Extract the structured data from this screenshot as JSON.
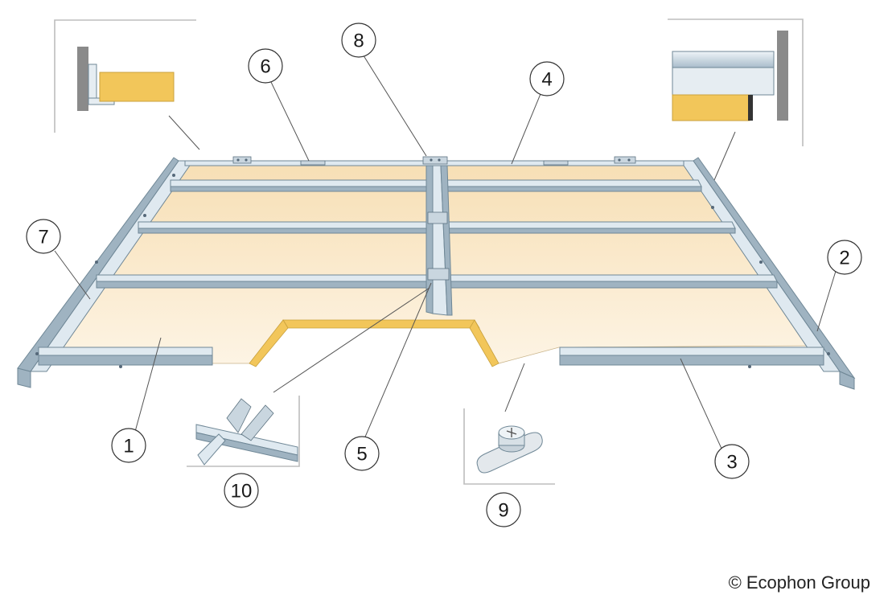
{
  "callouts": [
    {
      "id": "1",
      "label": "1"
    },
    {
      "id": "2",
      "label": "2"
    },
    {
      "id": "3",
      "label": "3"
    },
    {
      "id": "4",
      "label": "4"
    },
    {
      "id": "5",
      "label": "5"
    },
    {
      "id": "6",
      "label": "6"
    },
    {
      "id": "7",
      "label": "7"
    },
    {
      "id": "8",
      "label": "8"
    },
    {
      "id": "9",
      "label": "9"
    },
    {
      "id": "10",
      "label": "10"
    }
  ],
  "copyright": "© Ecophon Group",
  "colors": {
    "panel_light": "#fdf3e2",
    "panel_warm": "#f7dfb5",
    "panel_edge": "#f2c65a",
    "rail_light": "#dfe9f0",
    "rail_dark": "#9fb3c1",
    "outline": "#6f8796"
  }
}
